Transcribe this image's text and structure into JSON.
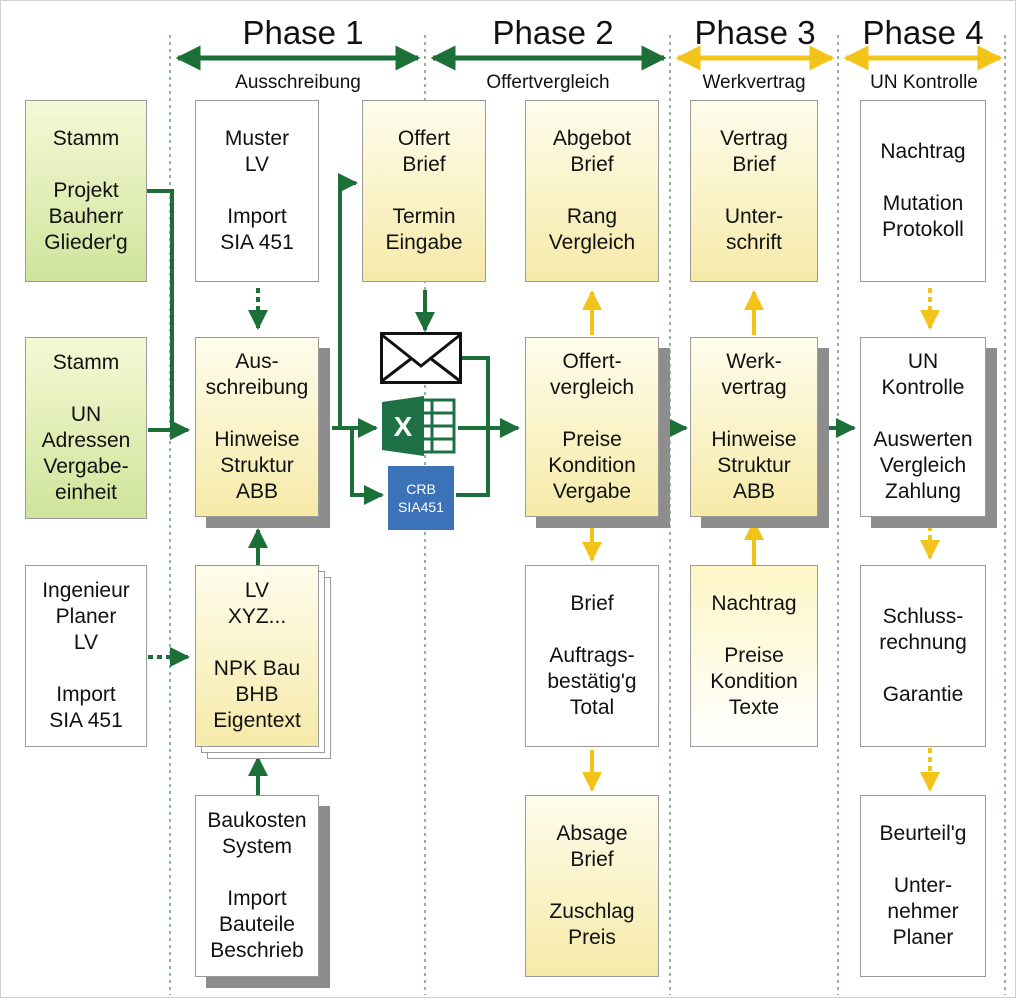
{
  "phases": [
    {
      "title": "Phase 1",
      "subtitle": "Ausschreibung"
    },
    {
      "title": "Phase 2",
      "subtitle": "Offertvergleich"
    },
    {
      "title": "Phase 3",
      "subtitle": "Werkvertrag"
    },
    {
      "title": "Phase 4",
      "subtitle": "UN Kontrolle"
    }
  ],
  "colors": {
    "green": "#1b6f37",
    "yellow": "#f2c318",
    "box_yellow": "#f6eaa8",
    "box_green": "#cfe49a"
  },
  "boxes": {
    "stamm_projekt": [
      "Stamm",
      "",
      "Projekt",
      "Bauherr",
      "Glieder'g"
    ],
    "stamm_un": [
      "Stamm",
      "",
      "UN",
      "Adressen",
      "Vergabe-",
      "einheit"
    ],
    "ingenieur": [
      "Ingenieur",
      "Planer",
      "LV",
      "",
      "Import",
      "SIA 451"
    ],
    "muster_lv": [
      "Muster",
      "LV",
      "",
      "Import",
      "SIA 451"
    ],
    "offert_brief": [
      "Offert",
      "Brief",
      "",
      "Termin",
      "Eingabe"
    ],
    "ausschreibung": [
      "Aus-",
      "schreibung",
      "",
      "Hinweise",
      "Struktur",
      "ABB"
    ],
    "lv_stack": [
      "LV",
      "XYZ...",
      "",
      "NPK Bau",
      "BHB",
      "Eigentext"
    ],
    "baukosten": [
      "Baukosten",
      "System",
      "",
      "Import",
      "Bauteile",
      "Beschrieb"
    ],
    "abgebot": [
      "Abgebot",
      "Brief",
      "",
      "Rang",
      "Vergleich"
    ],
    "offertvergleich": [
      "Offert-",
      "vergleich",
      "",
      "Preise",
      "Kondition",
      "Vergabe"
    ],
    "brief_auftrag": [
      "Brief",
      "",
      "Auftrags-",
      "bestätig'g",
      "Total"
    ],
    "absage": [
      "Absage",
      "Brief",
      "",
      "Zuschlag",
      "Preis"
    ],
    "vertrag_brief": [
      "Vertrag",
      "Brief",
      "",
      "Unter-",
      "schrift"
    ],
    "werkvertrag": [
      "Werk-",
      "vertrag",
      "",
      "Hinweise",
      "Struktur",
      "ABB"
    ],
    "nachtrag3": [
      "Nachtrag",
      "",
      "Preise",
      "Kondition",
      "Texte"
    ],
    "nachtrag4": [
      "Nachtrag",
      "",
      "Mutation",
      "Protokoll"
    ],
    "un_kontrolle": [
      "UN",
      "Kontrolle",
      "",
      "Auswerten",
      "Vergleich",
      "Zahlung"
    ],
    "schluss": [
      "Schluss-",
      "rechnung",
      "",
      "Garantie"
    ],
    "beurteil": [
      "Beurteil'g",
      "",
      "Unter-",
      "nehmer",
      "Planer"
    ]
  },
  "icons": {
    "envelope": "envelope-icon",
    "excel": "excel-icon",
    "excel_letter": "X",
    "crb_lines": [
      "CRB",
      "SIA451"
    ]
  }
}
